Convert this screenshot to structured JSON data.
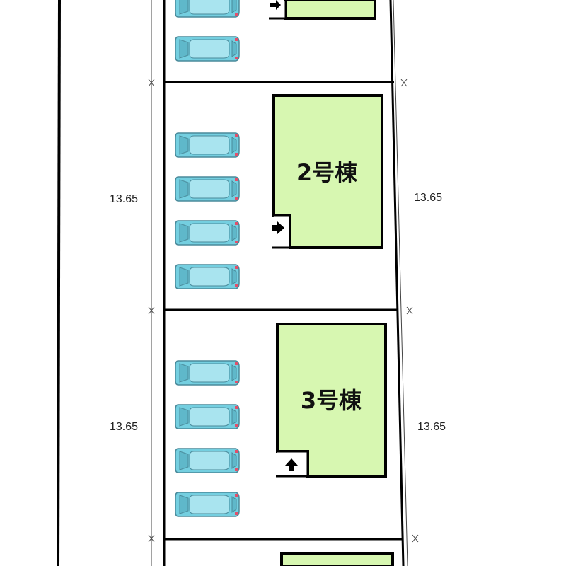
{
  "site_plan": {
    "colors": {
      "house_fill": "#d7f7b1",
      "car_body": "#74cfe0",
      "car_outline": "#4a8a9a",
      "line": "#000000"
    },
    "lots": [
      {
        "building_label": "",
        "left_dimension": "",
        "right_dimension": "",
        "cars": 2
      },
      {
        "building_label": "2号棟",
        "left_dimension": "13.65",
        "right_dimension": "13.65",
        "cars": 4,
        "entry_arrow": "right"
      },
      {
        "building_label": "3号棟",
        "left_dimension": "13.65",
        "right_dimension": "13.65",
        "cars": 4,
        "entry_arrow": "up"
      },
      {
        "building_label": "",
        "left_dimension": "",
        "right_dimension": "",
        "cars": 0
      }
    ]
  }
}
